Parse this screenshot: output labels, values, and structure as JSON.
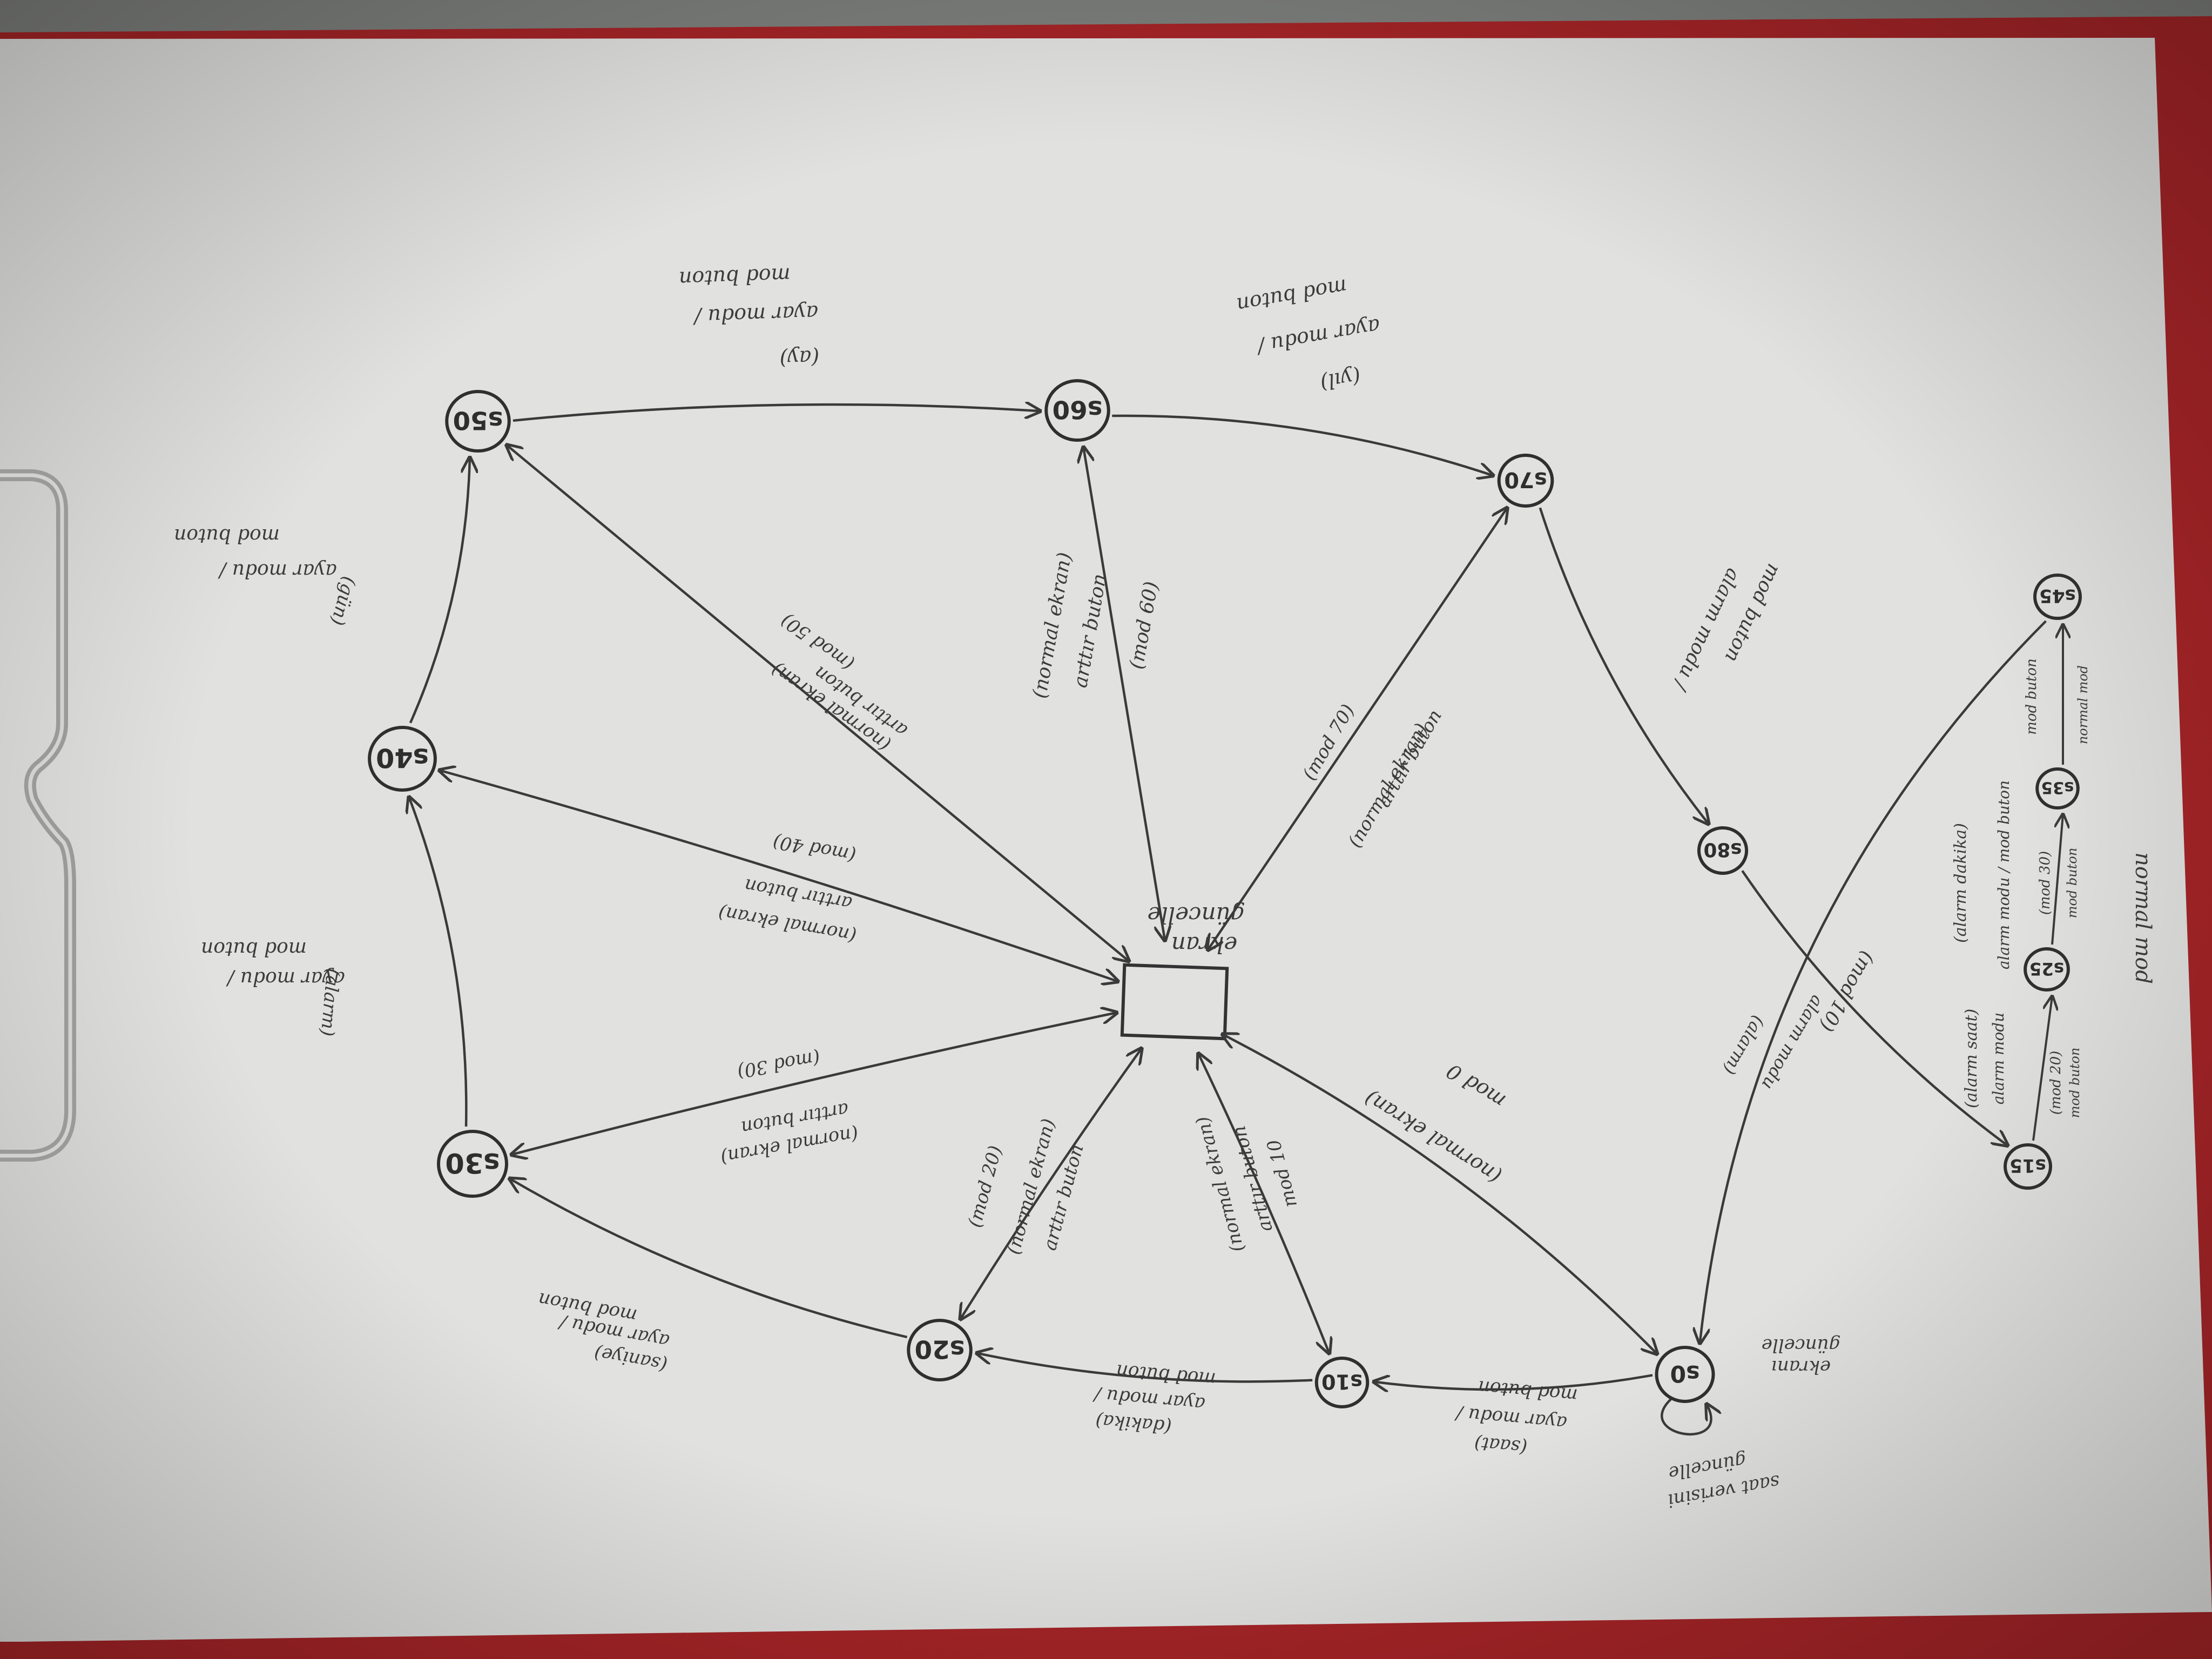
{
  "diagram": {
    "states": [
      {
        "id": "s0",
        "label": "s0"
      },
      {
        "id": "s10",
        "label": "s10"
      },
      {
        "id": "s20",
        "label": "s20"
      },
      {
        "id": "s30",
        "label": "s30"
      },
      {
        "id": "s40",
        "label": "s40"
      },
      {
        "id": "s50",
        "label": "s50"
      },
      {
        "id": "s60",
        "label": "s60"
      },
      {
        "id": "s70",
        "label": "s70"
      },
      {
        "id": "s80",
        "label": "s80"
      },
      {
        "id": "s15",
        "label": "s15"
      },
      {
        "id": "s25",
        "label": "s25"
      },
      {
        "id": "s35",
        "label": "s35"
      },
      {
        "id": "s45",
        "label": "s45"
      }
    ],
    "center": {
      "label_line1": "ekran",
      "label_line2": "güncelle"
    },
    "s0_note": {
      "line1": "ekranı",
      "line2": "güncelle"
    },
    "s0_loop": {
      "line1": "saat verisini",
      "line2": "güncelle"
    },
    "edges": {
      "s0_s10": {
        "line1": "(saat)",
        "line2": "ayar modu /",
        "line3": "mod buton"
      },
      "s10_s20": {
        "line1": "(dakika)",
        "line2": "ayar modu /",
        "line3": "mod buton"
      },
      "s20_s30": {
        "line1": "(saniye)",
        "line2": "ayar modu /",
        "line3": "mod buton"
      },
      "s30_s40": {
        "line1": "(alarm)",
        "line2": "ayar modu /",
        "line3": "mod buton"
      },
      "s40_s50": {
        "line1": "(gün)",
        "line2": "ayar modu /",
        "line3": "mod buton"
      },
      "s50_s60": {
        "line1": "(ay)",
        "line2": "ayar modu /",
        "line3": "mod buton"
      },
      "s60_s70": {
        "line1": "(yıl)",
        "line2": "ayar modu /",
        "line3": "mod buton"
      },
      "s70_s80": {
        "line1": "alarm modu /",
        "line2": "mod buton"
      },
      "s80_s15": {
        "line1": "(alarm)",
        "line2": "alarm modu",
        "line3": "(mod 10)"
      },
      "s15_s25": {
        "line1": "(alarm saat)",
        "line2": "alarm modu",
        "line3": "(mod 20)",
        "line4": "mod buton"
      },
      "s25_s35": {
        "line1": "(alarm dakika)",
        "line2": "alarm modu / mod buton",
        "line3": "(mod 30)",
        "line4": "mod buton"
      },
      "s35_s45": {
        "line1": "normal mod",
        "line2": "mod buton"
      },
      "s45_s0": {
        "line1": "normal mod"
      },
      "c_s0": {
        "line1": "(normal ekran)",
        "line2": "mod 0"
      },
      "c_s10": {
        "line1": "(normal ekran)",
        "line2": "arttır buton",
        "line3": "mod 10"
      },
      "c_s20": {
        "line1": "(normal ekran)",
        "line2": "arttır buton",
        "line3": "(mod 20)"
      },
      "c_s30": {
        "line1": "(normal ekran)",
        "line2": "arttır buton",
        "line3": "(mod 30)"
      },
      "c_s40": {
        "line1": "(normal ekran)",
        "line2": "arttır buton",
        "line3": "(mod 40)"
      },
      "c_s50": {
        "line1": "(normal ekran)",
        "line2": "arttır buton",
        "line3": "(mod 50)"
      },
      "c_s60": {
        "line1": "(normal ekran)",
        "line2": "arttır buton",
        "line3": "(mod 60)"
      },
      "c_s70": {
        "line1": "(normal ekran)",
        "line2": "arttır buton",
        "line3": "(mod 70)"
      }
    }
  },
  "colors": {
    "paper": "#e2e3e1",
    "ink": "#3a3a3a",
    "board": "#b0262a",
    "metal": "#8a8a88"
  }
}
